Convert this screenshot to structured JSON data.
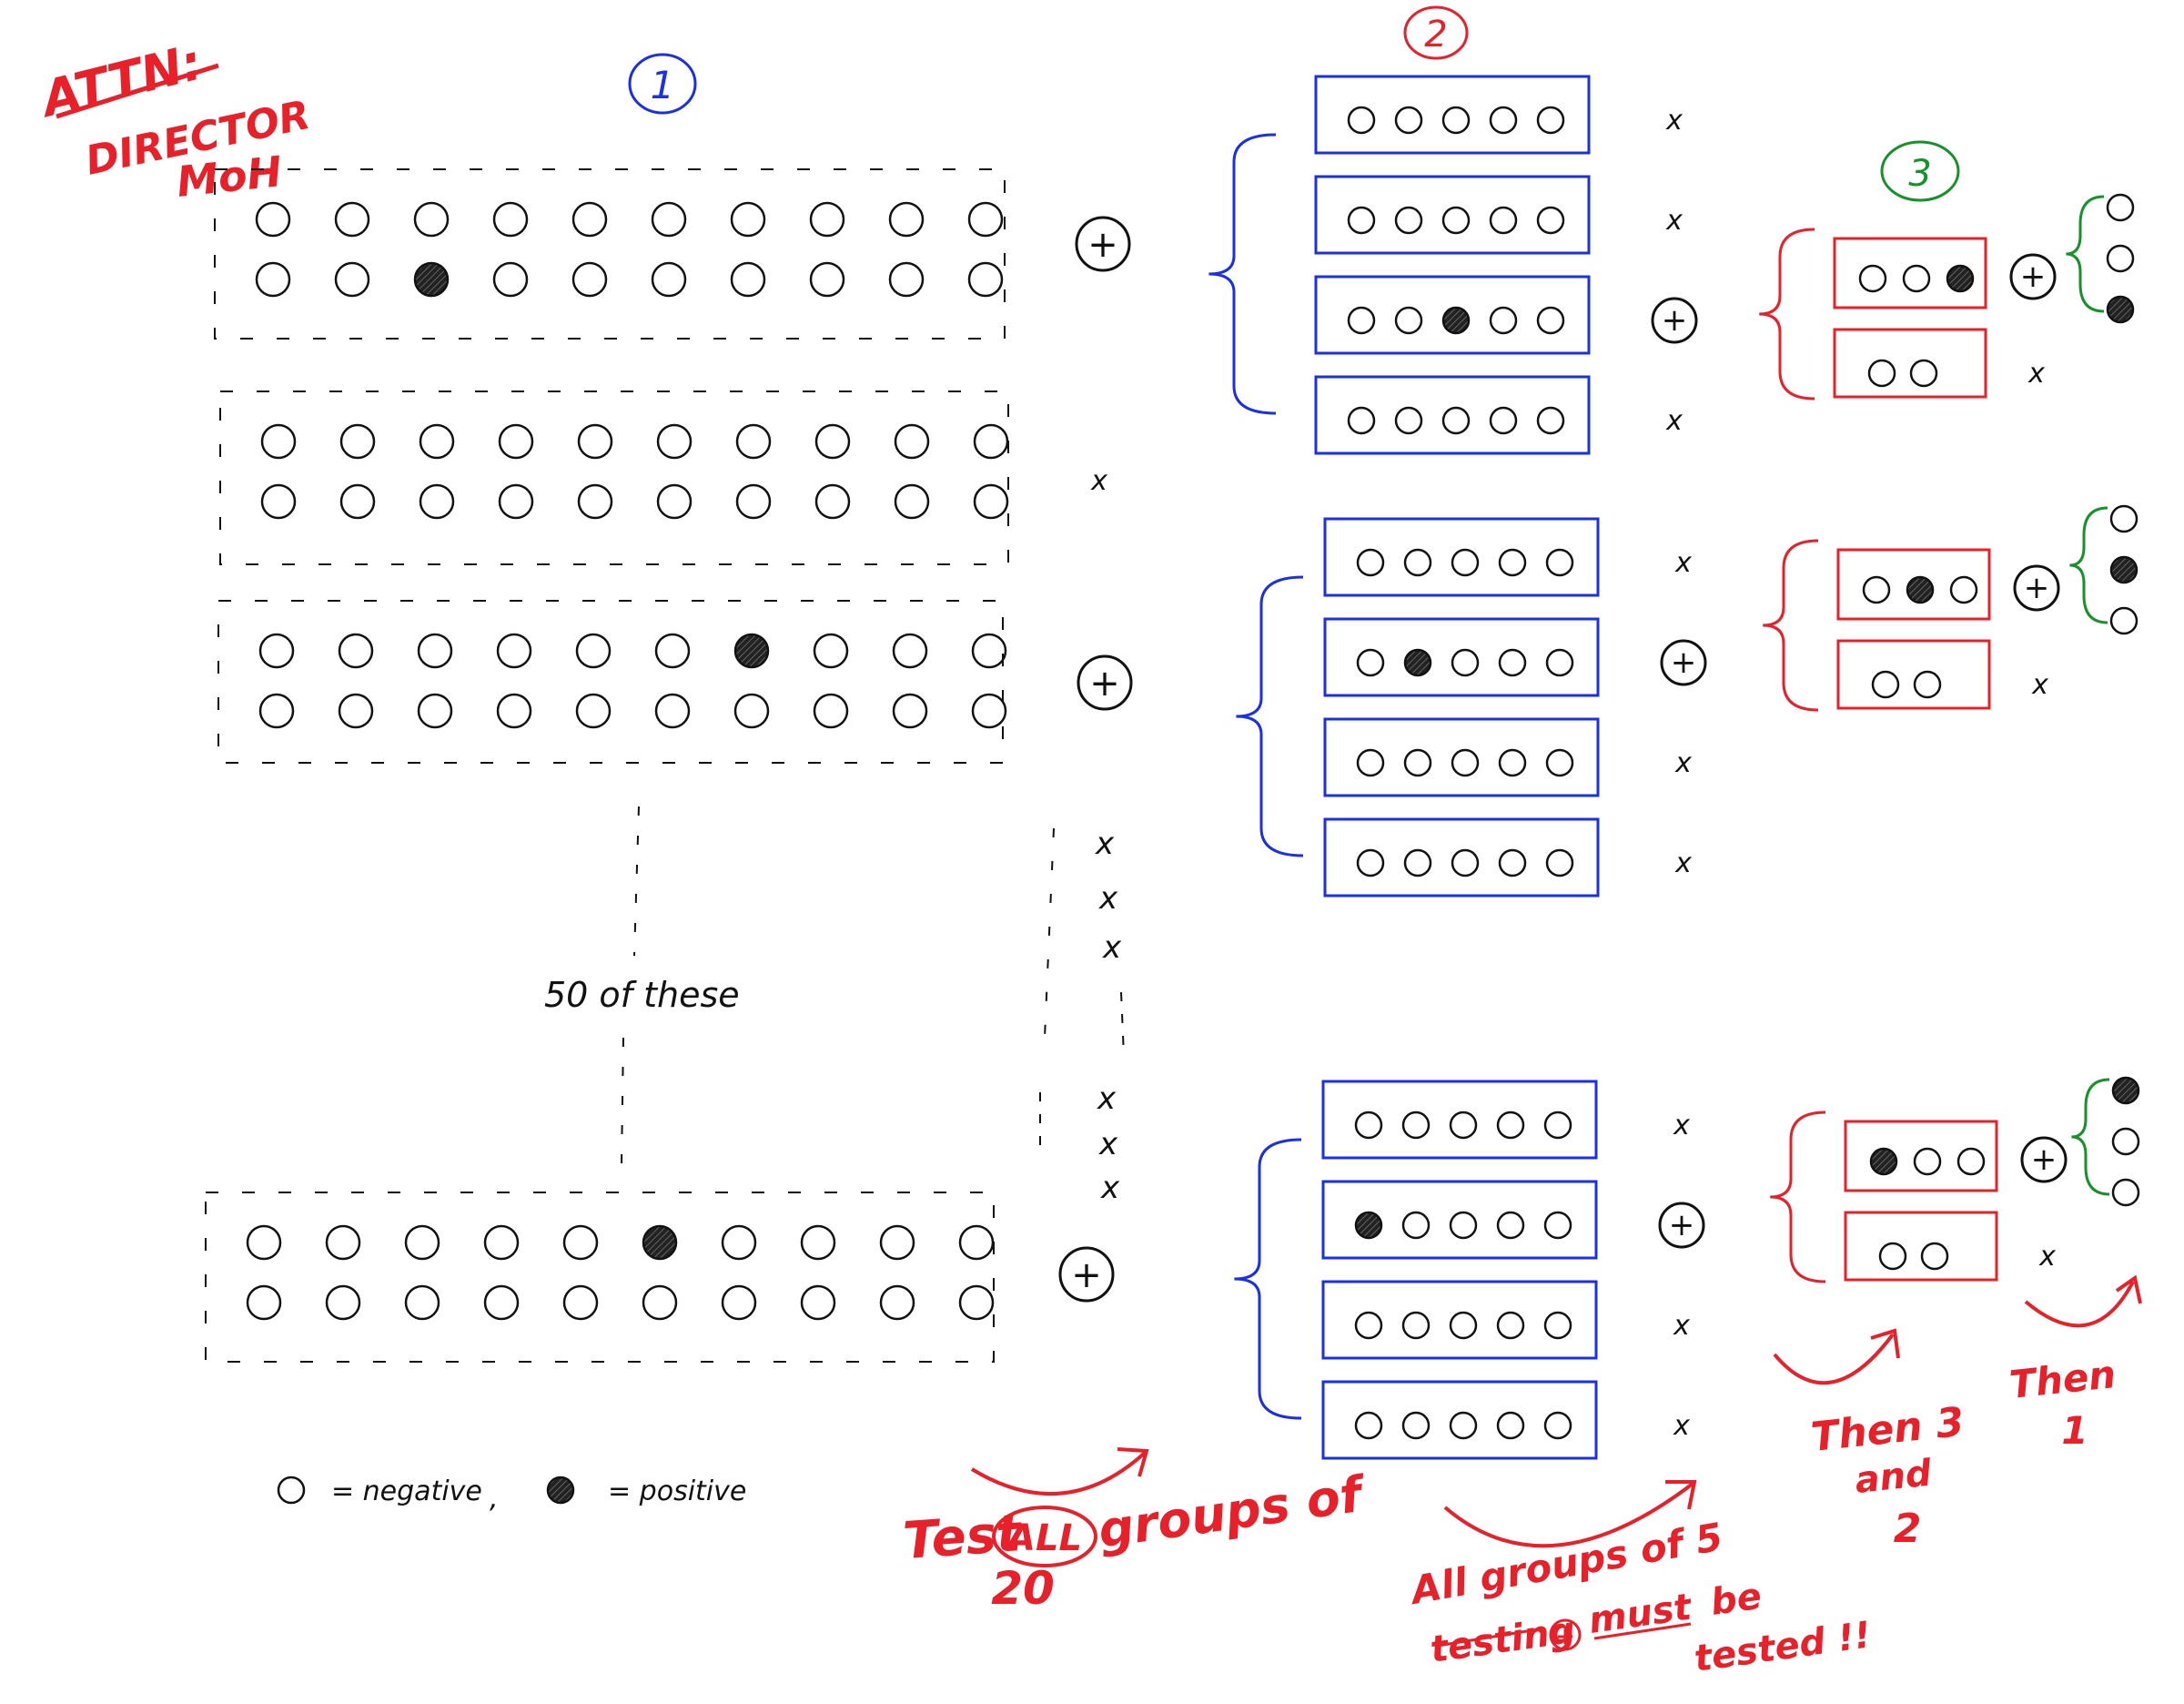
{
  "attn": {
    "line1": "ATTN:",
    "line2": "DIRECTOR",
    "line3": "MoH"
  },
  "stage_labels": {
    "one": "1",
    "two": "2",
    "three": "3"
  },
  "plus_glyph": "+",
  "negative_glyph": "x",
  "fifty_note": "50 of these",
  "legend": {
    "negative": "= negative",
    "separator": ",",
    "positive": "= positive"
  },
  "notes": {
    "test_all": {
      "before": "Test",
      "circled": "ALL",
      "after": "groups of",
      "number": "20"
    },
    "all_groups": {
      "line1": "All groups of 5",
      "line2_a": "testing",
      "line2_b": "must",
      "line2_c": "be",
      "line3": "tested !!"
    },
    "then_3_and_2": {
      "line1": "Then 3",
      "line2": "and",
      "line3": "2"
    },
    "then_1": {
      "line1": "Then",
      "line2": "1"
    }
  },
  "colors": {
    "blue_boxes": "#1a2fe6",
    "red_boxes": "#e8202a",
    "green_braces": "#17922a",
    "annotation": "#e8202a",
    "ink": "#111111"
  },
  "pools20": [
    {
      "positive_index": 12,
      "result": "+"
    },
    {
      "positive_index": null,
      "result": "x"
    },
    {
      "positive_index": 6,
      "result": "+"
    },
    {
      "positive_index": 5,
      "result": "+"
    }
  ],
  "pools5": [
    {
      "positive_index": null,
      "result": "x"
    },
    {
      "positive_index": null,
      "result": "x"
    },
    {
      "positive_index": 2,
      "result": "+"
    },
    {
      "positive_index": null,
      "result": "x"
    },
    {
      "positive_index": null,
      "result": "x"
    },
    {
      "positive_index": 1,
      "result": "+"
    },
    {
      "positive_index": null,
      "result": "x"
    },
    {
      "positive_index": null,
      "result": "x"
    },
    {
      "positive_index": null,
      "result": "x"
    },
    {
      "positive_index": 0,
      "result": "+"
    },
    {
      "positive_index": null,
      "result": "x"
    },
    {
      "positive_index": null,
      "result": "x"
    }
  ],
  "pools3": [
    {
      "positive_index": 2,
      "result": "+"
    },
    {
      "positive_index": 1,
      "result": "+"
    },
    {
      "positive_index": 0,
      "result": "+"
    }
  ],
  "pools2": [
    {
      "result": "x"
    },
    {
      "result": "x"
    },
    {
      "result": "x"
    }
  ],
  "individuals": [
    {
      "positive_index": 2
    },
    {
      "positive_index": 1
    },
    {
      "positive_index": 0
    }
  ]
}
